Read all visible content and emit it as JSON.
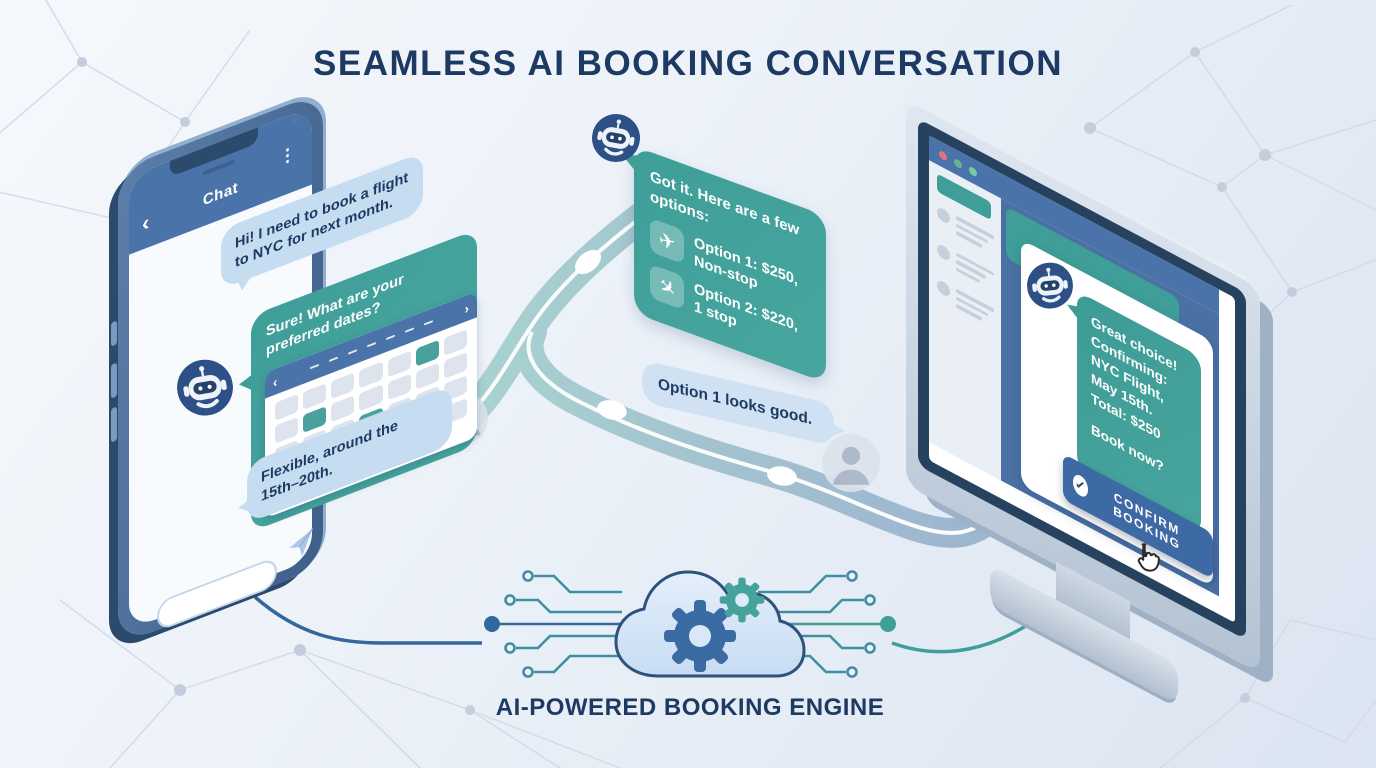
{
  "title": "SEAMLESS AI BOOKING CONVERSATION",
  "engine": {
    "label": "AI-POWERED BOOKING ENGINE"
  },
  "glyphs": {
    "back": "‹",
    "menu": "⋮",
    "prev": "‹",
    "next": "›",
    "plane": "✈",
    "check": "✓"
  },
  "colors": {
    "navy": "#1d3a63",
    "teal": "#3f9e98",
    "header_blue": "#4a74a9",
    "user_bubble": "#c6ddf1",
    "button_blue": "#3d6aa5"
  },
  "phone": {
    "header_title": "Chat",
    "messages": [
      {
        "from": "user",
        "text": "Hi! I need to book a flight to NYC for next month."
      },
      {
        "from": "bot",
        "text": "Sure! What are your preferred dates?"
      },
      {
        "from": "user",
        "text": "Flexible, around the 15th–20th."
      }
    ],
    "calendar": {
      "columns": 7,
      "rows": 4,
      "highlighted_cells": [
        5,
        8,
        17,
        22
      ]
    }
  },
  "flow": {
    "options_bubble": {
      "intro": "Got it. Here are a few options:",
      "options": [
        {
          "icon": "plane-takeoff-icon",
          "text": "Option 1: $250, Non-stop"
        },
        {
          "icon": "plane-landing-icon",
          "text": "Option 2: $220, 1 stop"
        }
      ]
    },
    "user_reply": "Option 1 looks good."
  },
  "monitor": {
    "chat_lines": [
      "Great choice!",
      "Confirming:",
      "NYC Flight, May 15th.",
      "Total: $250"
    ],
    "question": "Book now?",
    "confirm_label": "CONFIRM BOOKING"
  }
}
